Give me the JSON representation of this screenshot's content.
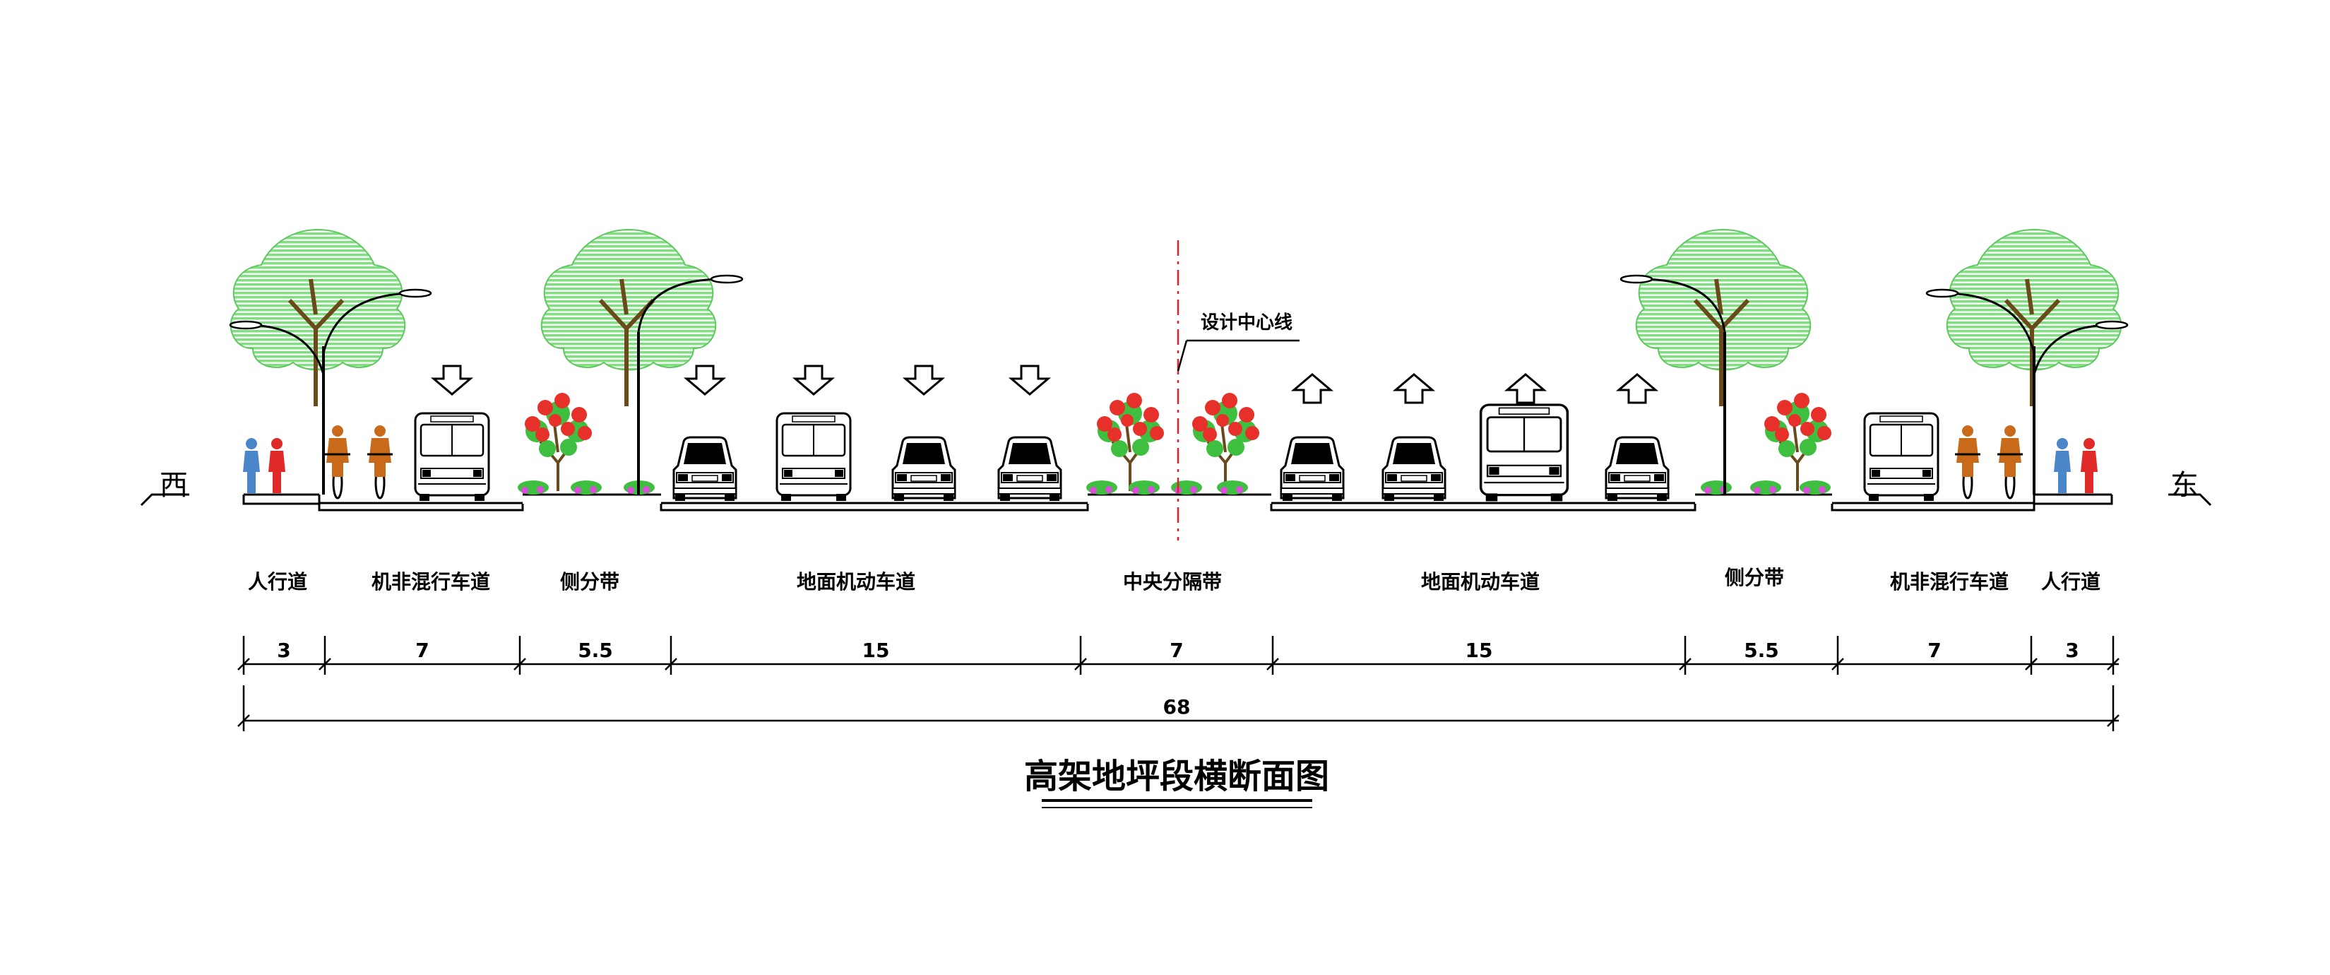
{
  "title": "高架地坪段横断面图",
  "direction": {
    "west": "西",
    "east": "东"
  },
  "centerline_label": "设计中心线",
  "sections": [
    {
      "label": "人行道",
      "width": "3"
    },
    {
      "label": "机非混行车道",
      "width": "7"
    },
    {
      "label": "侧分带",
      "width": "5.5"
    },
    {
      "label": "地面机动车道",
      "width": "15"
    },
    {
      "label": "中央分隔带",
      "width": "7"
    },
    {
      "label": "地面机动车道",
      "width": "15"
    },
    {
      "label": "侧分带",
      "width": "5.5"
    },
    {
      "label": "机非混行车道",
      "width": "7"
    },
    {
      "label": "人行道",
      "width": "3"
    }
  ],
  "total_width": "68",
  "colors": {
    "line": "#000000",
    "tree": "#7fe07f",
    "shrub": "#3fbf3f",
    "flower": "#e8302a",
    "flower_bed": "#d94fd9",
    "centerline": "#e0202a",
    "pedestrian_blue": "#4a86c8",
    "pedestrian_red": "#e02a2a",
    "cyclist": "#c86a1a"
  }
}
